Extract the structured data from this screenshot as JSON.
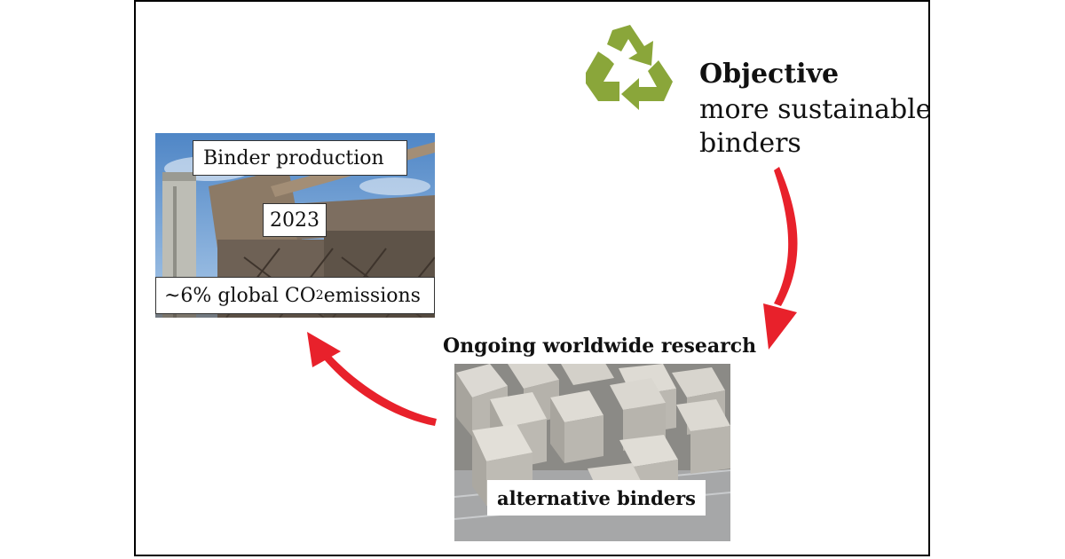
{
  "objective": {
    "title": "Objective",
    "line1": "more sustainable",
    "line2": "binders"
  },
  "binder_production": {
    "title": "Binder production",
    "year": "2023",
    "emissions_prefix": "~6% global CO",
    "emissions_sub": "2",
    "emissions_suffix": " emissions"
  },
  "research": {
    "title": "Ongoing worldwide research",
    "caption": "alternative binders"
  },
  "icons": {
    "recycle": "recycle-icon",
    "arrow1": "curved-arrow-down-icon",
    "arrow2": "curved-arrow-up-left-icon"
  },
  "colors": {
    "recycle_green": "#8aa63a",
    "arrow_red": "#e8212b"
  }
}
